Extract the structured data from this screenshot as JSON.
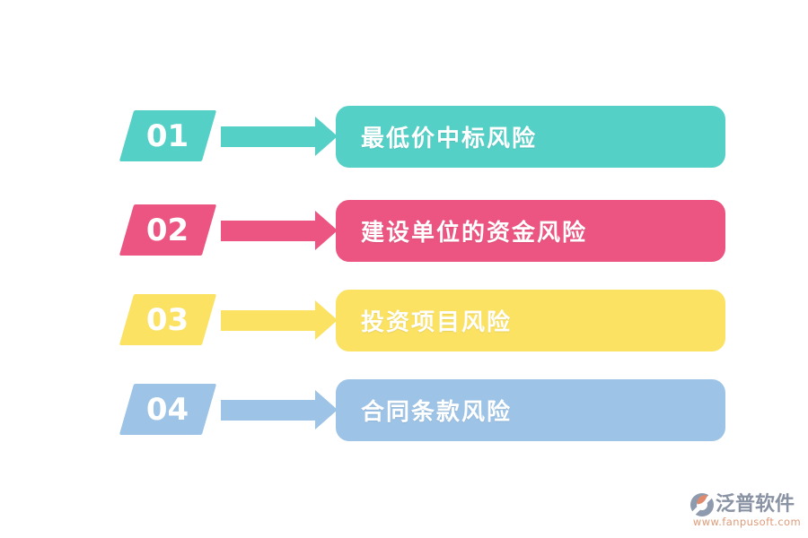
{
  "page": {
    "background": "#ffffff"
  },
  "diagram": {
    "type": "numbered-list-infographic",
    "text_color": "#ffffff",
    "items": [
      {
        "number": "01",
        "label": "最低价中标风险",
        "color": "#55D0C7"
      },
      {
        "number": "02",
        "label": "建设单位的资金风险",
        "color": "#EC5481"
      },
      {
        "number": "03",
        "label": "投资项目风险",
        "color": "#FBE263"
      },
      {
        "number": "04",
        "label": "合同条款风险",
        "color": "#9DC3E6"
      }
    ]
  },
  "footer": {
    "brand": "泛普软件",
    "url": "www.fanpusoft.com",
    "brand_color": "#8A93A4",
    "url_color": "#DE9B78",
    "logo_icon": "fanpu-logo-icon",
    "logo_gray": "#8E9AAE",
    "logo_salmon": "#DF8A6C"
  }
}
